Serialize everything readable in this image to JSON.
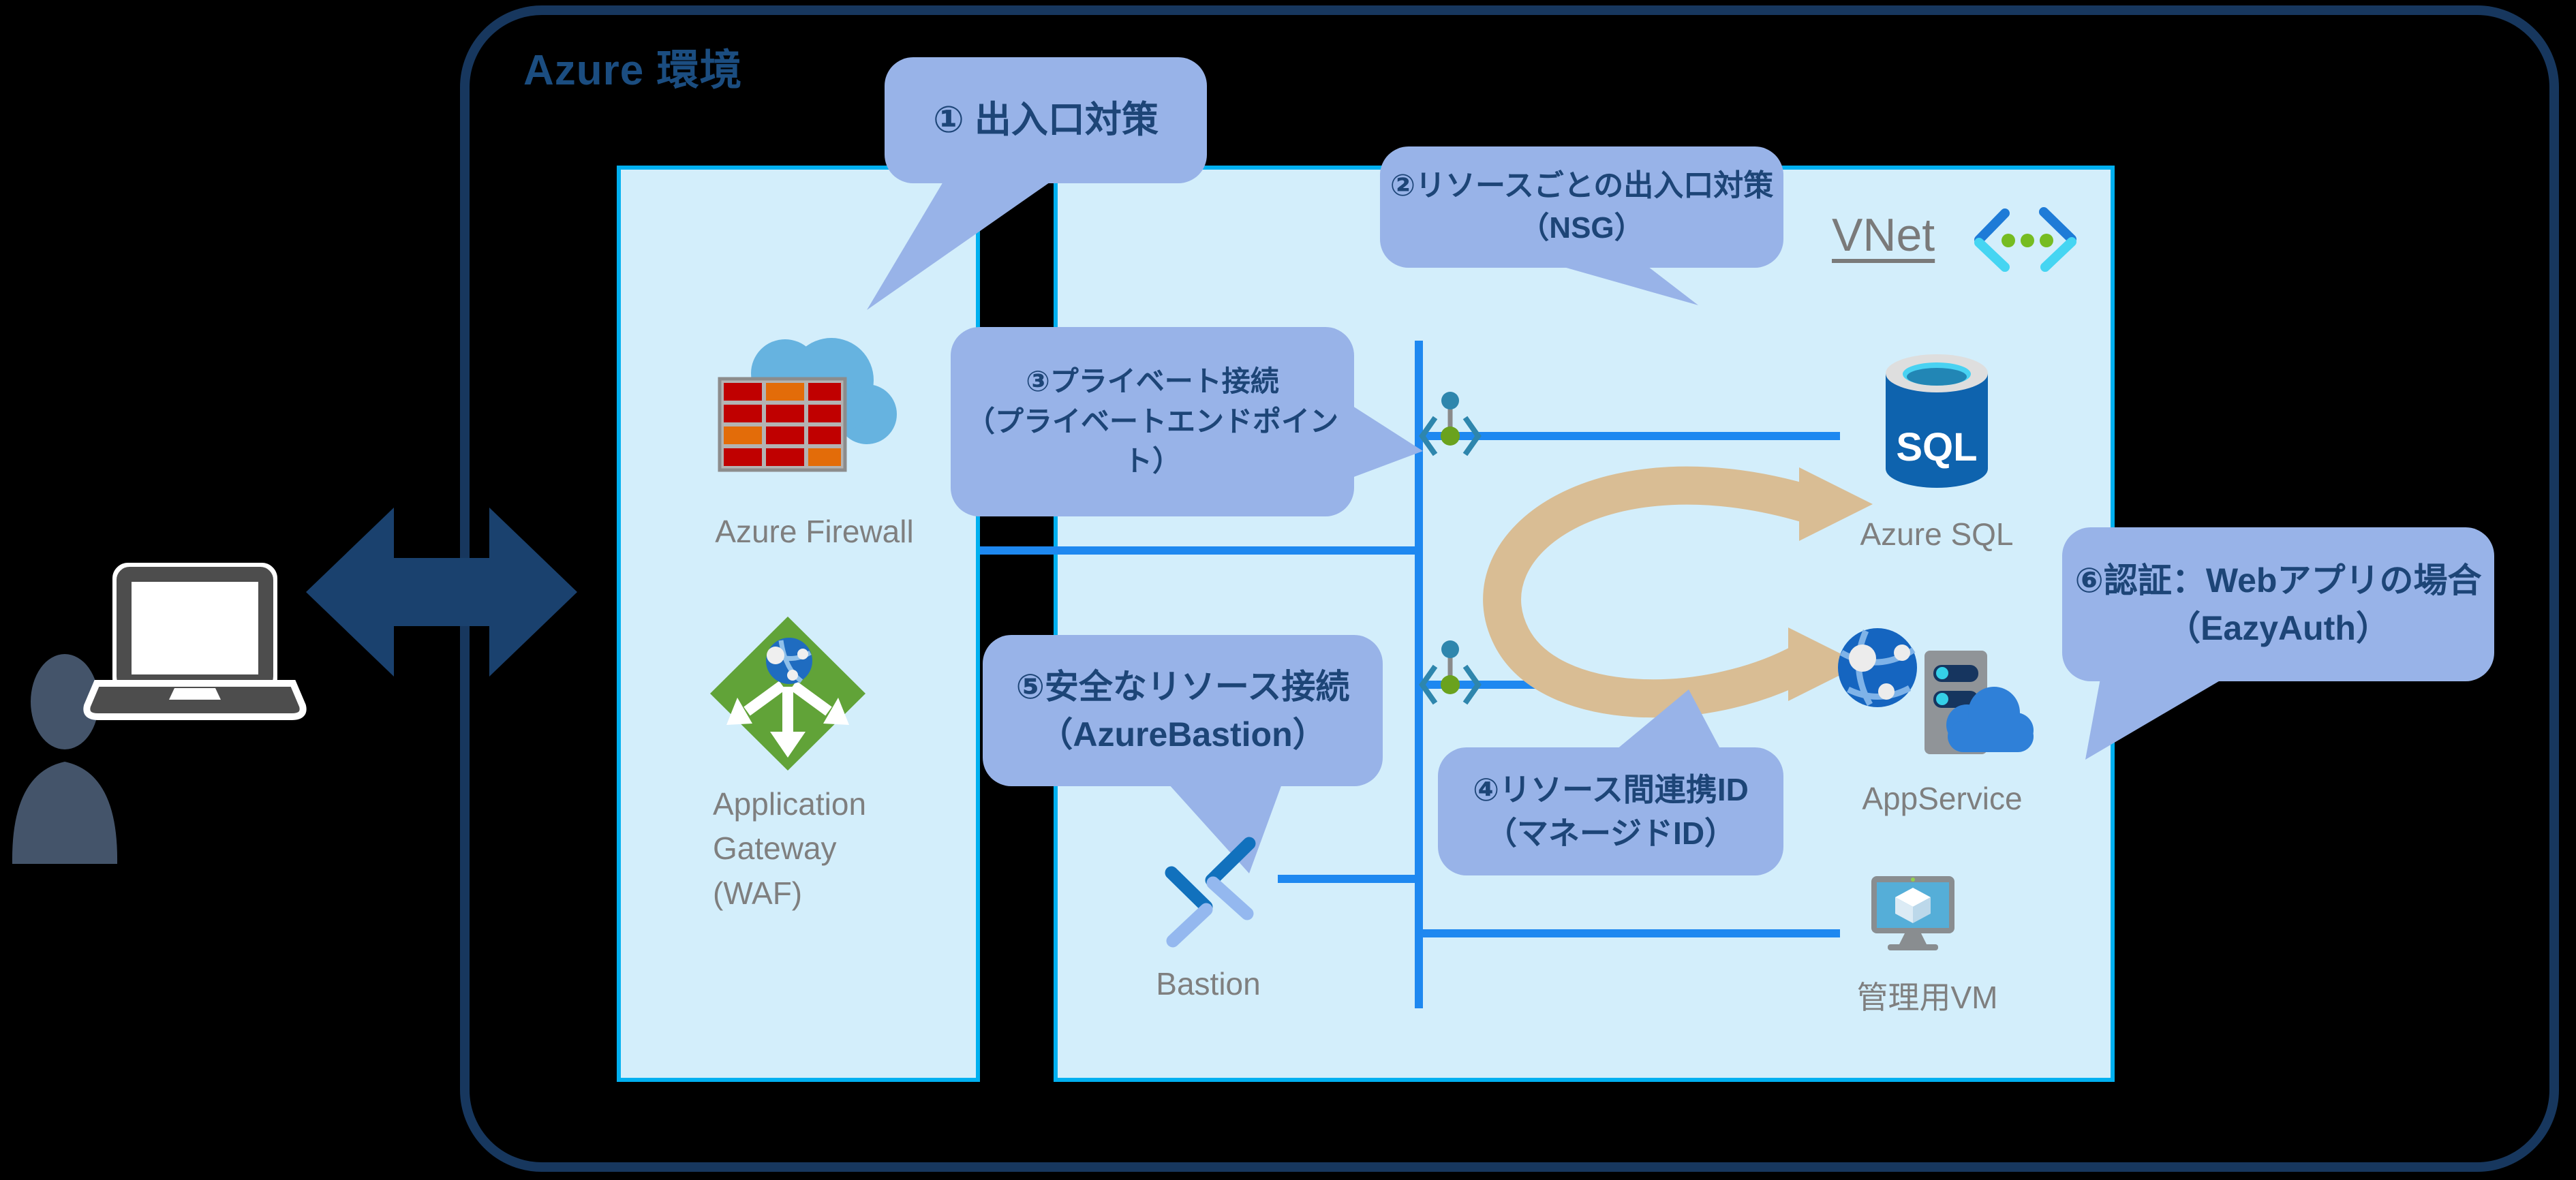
{
  "title": "Azure 環境",
  "vnet": {
    "label": "VNet"
  },
  "nodes": {
    "firewall": {
      "label": "Azure Firewall"
    },
    "app_gateway": {
      "label": "Application\nGateway\n(WAF)"
    },
    "bastion": {
      "label": "Bastion"
    },
    "sql": {
      "label": "Azure SQL",
      "icon_text": "SQL"
    },
    "app_service": {
      "label": "AppService"
    },
    "vm": {
      "label": "管理用VM"
    }
  },
  "callouts": {
    "c1": "① 出入口対策",
    "c2": "②リソースごとの出入口対策\n（NSG）",
    "c3": "③プライベート接続\n（プライベートエンドポイント）",
    "c4": "④リソース間連携ID\n（マネージドID）",
    "c5": "⑤安全なリソース接続\n（AzureBastion）",
    "c6": "⑥認証：Webアプリの場合\n（EazyAuth）"
  },
  "colors": {
    "background": "#000000",
    "env_border": "#17375e",
    "title_text": "#1b4d80",
    "box_fill": "#d3eefb",
    "box_border": "#00b0f0",
    "connection_line": "#1e88f0",
    "callout_fill": "#98b3e8",
    "callout_text": "#1d4577",
    "flow_arrow_tan": "#d9bd94",
    "double_arrow_navy": "#1a416e",
    "label_gray": "#7f7f7f"
  }
}
